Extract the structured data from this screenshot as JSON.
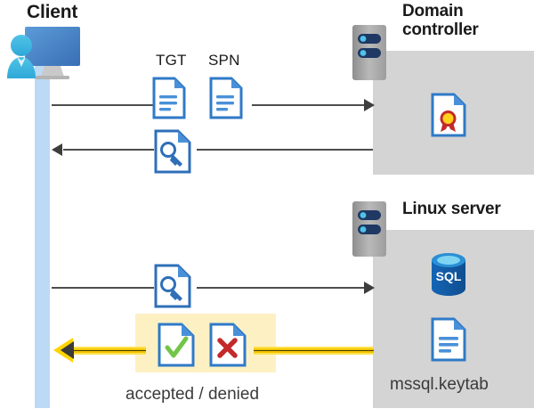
{
  "diagram": {
    "title_client": "Client",
    "title_domain_controller": "Domain controller",
    "title_linux_server": "Linux server",
    "labels": {
      "tgt": "TGT",
      "spn": "SPN",
      "keytab_file": "mssql.keytab",
      "result": "accepted / denied"
    },
    "icons": {
      "client": "client-workstation-user-icon",
      "dc_server": "server-rack-icon",
      "linux_server": "server-rack-icon",
      "tgt_document": "document-icon",
      "spn_document": "document-icon",
      "tgt_ticket": "key-document-icon",
      "service_ticket": "key-document-icon",
      "accepted_document": "check-document-icon",
      "denied_document": "cross-document-icon",
      "certificate": "certificate-document-icon",
      "sql_database": "sql-database-icon",
      "keytab_document": "document-icon"
    },
    "colors": {
      "panel_gray": "#d4d4d4",
      "lifeline_blue": "#bcd9f5",
      "highlight_yellow": "#fdf1c4",
      "result_arrow_yellow": "#f2c400",
      "arrow_gray": "#4d4d4d",
      "document_blue": "#2f7ac7",
      "accept_green": "#73c54a",
      "deny_red": "#c32a2a",
      "sql_blue": "#1565b5",
      "text_dark": "#1a1a1a"
    },
    "flows": [
      {
        "from": "client",
        "to": "domain-controller",
        "direction": "right",
        "carries": "TGT / SPN request"
      },
      {
        "from": "domain-controller",
        "to": "client",
        "direction": "left",
        "carries": "service ticket"
      },
      {
        "from": "client",
        "to": "linux-server",
        "direction": "right",
        "carries": "service ticket"
      },
      {
        "from": "linux-server",
        "to": "client",
        "direction": "left",
        "carries": "accepted / denied"
      }
    ]
  }
}
